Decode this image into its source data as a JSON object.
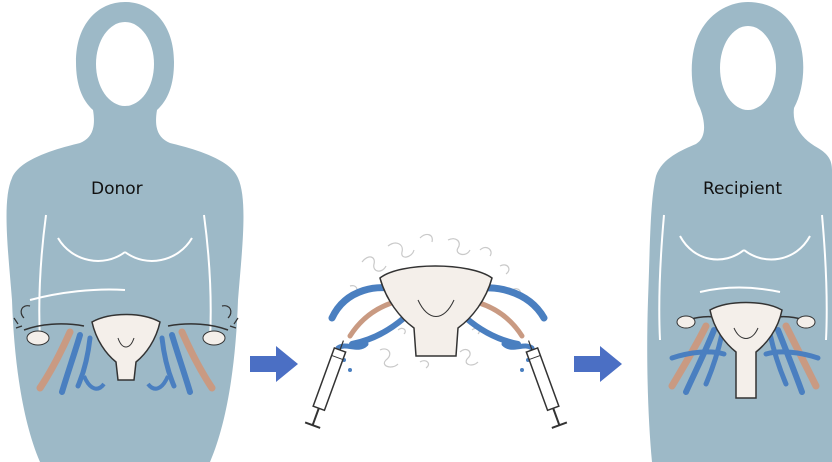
{
  "labels": {
    "donor": "Donor",
    "recipient": "Recipient"
  },
  "colors": {
    "silhouette": "#9DB9C7",
    "silhouette_outline": "#ffffff",
    "uterus": "#F4EFEA",
    "vessel_blue": "#4A7FC0",
    "vessel_tan": "#C99A82",
    "arrow": "#4B6FC4",
    "tissue_gray": "#C9C9C9"
  },
  "steps": [
    "donor",
    "retrieved-graft",
    "recipient"
  ],
  "icons": [
    "arrow-right-icon",
    "arrow-right-icon",
    "syringe-icon",
    "syringe-icon"
  ]
}
